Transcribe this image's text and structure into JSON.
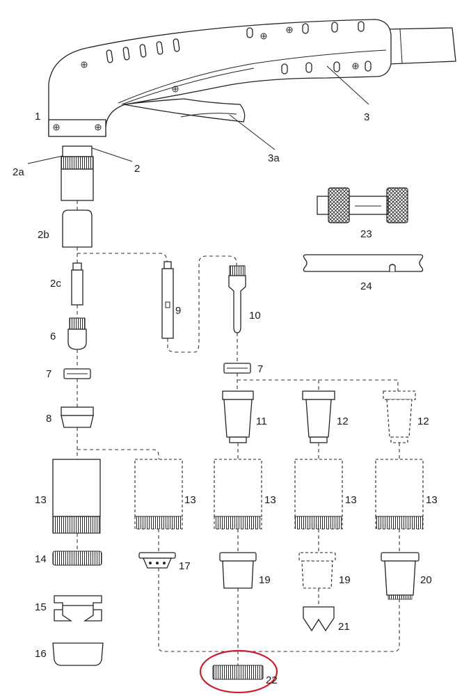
{
  "labels": {
    "l1": "1",
    "l2": "2",
    "l2a": "2a",
    "l2b": "2b",
    "l2c": "2c",
    "l3": "3",
    "l3a": "3a",
    "l6": "6",
    "l7a": "7",
    "l7b": "7",
    "l8": "8",
    "l9": "9",
    "l10": "10",
    "l11": "11",
    "l12a": "12",
    "l12b": "12",
    "l13a": "13",
    "l13b": "13",
    "l13c": "13",
    "l13d": "13",
    "l13e": "13",
    "l14": "14",
    "l15": "15",
    "l16": "16",
    "l17": "17",
    "l19a": "19",
    "l19b": "19",
    "l20": "20",
    "l21": "21",
    "l22": "22",
    "l23": "23",
    "l24": "24"
  },
  "colors": {
    "line": "#222222",
    "highlight": "#c8202a",
    "background": "#ffffff"
  }
}
